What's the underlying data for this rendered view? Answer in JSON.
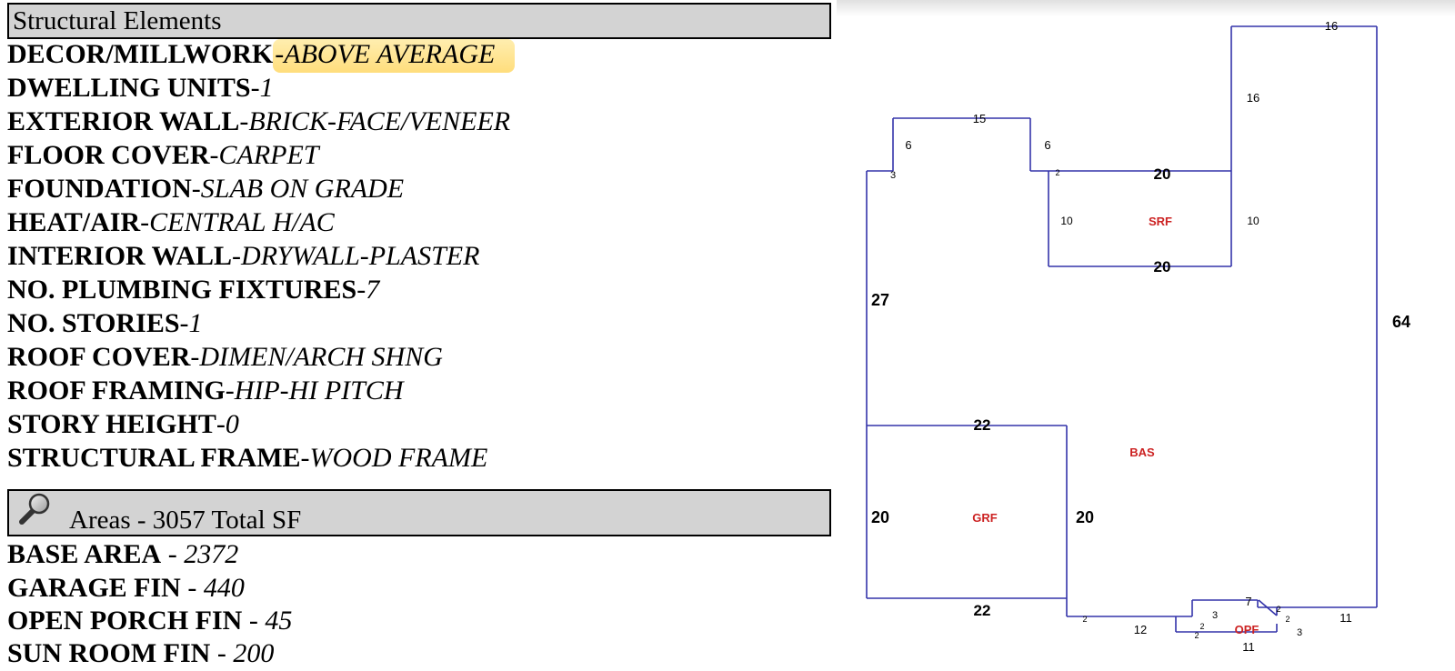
{
  "structural": {
    "title": "Structural Elements",
    "items": [
      {
        "key": "DECOR/MILLWORK",
        "sep": "-",
        "value": "ABOVE AVERAGE"
      },
      {
        "key": "DWELLING UNITS",
        "sep": "-",
        "value": "1"
      },
      {
        "key": "EXTERIOR WALL",
        "sep": "-",
        "value": "BRICK-FACE/VENEER"
      },
      {
        "key": "FLOOR COVER",
        "sep": "-",
        "value": "CARPET"
      },
      {
        "key": "FOUNDATION",
        "sep": "-",
        "value": "SLAB ON GRADE"
      },
      {
        "key": "HEAT/AIR",
        "sep": "-",
        "value": "CENTRAL H/AC"
      },
      {
        "key": "INTERIOR WALL",
        "sep": "-",
        "value": "DRYWALL-PLASTER"
      },
      {
        "key": "NO. PLUMBING FIXTURES",
        "sep": "-",
        "value": "7"
      },
      {
        "key": "NO. STORIES",
        "sep": "-",
        "value": "1"
      },
      {
        "key": "ROOF COVER",
        "sep": "-",
        "value": "DIMEN/ARCH SHNG"
      },
      {
        "key": "ROOF FRAMING",
        "sep": "-",
        "value": "HIP-HI PITCH"
      },
      {
        "key": "STORY HEIGHT",
        "sep": "-",
        "value": "0"
      },
      {
        "key": "STRUCTURAL FRAME",
        "sep": "-",
        "value": "WOOD FRAME"
      }
    ]
  },
  "areas": {
    "title": "Areas - 3057 Total SF",
    "icon": "magnifier-icon",
    "items": [
      {
        "key": "BASE AREA",
        "sep": " - ",
        "value": "2372"
      },
      {
        "key": "GARAGE FIN",
        "sep": " - ",
        "value": "440"
      },
      {
        "key": "OPEN PORCH FIN",
        "sep": " - ",
        "value": "45"
      },
      {
        "key": "SUN ROOM FIN",
        "sep": " - ",
        "value": "200"
      }
    ]
  },
  "sketch": {
    "line_color": "#3333aa",
    "label_color": "#cc2222",
    "labels": {
      "srf": "SRF",
      "bas": "BAS",
      "grf": "GRF",
      "opf": "OPF"
    },
    "dims": {
      "top16": "16",
      "right16": "16",
      "left15": "15",
      "d6a": "6",
      "d6b": "6",
      "d3": "3",
      "d2a": "2",
      "srfTop": "20",
      "srfBot": "20",
      "srfL": "10",
      "srfR": "10",
      "left27": "27",
      "right64": "64",
      "grfTop": "22",
      "grfBot": "22",
      "grfL": "20",
      "grfR": "20",
      "b2": "2",
      "b12": "12",
      "b2b": "2",
      "p3a": "3",
      "p2c": "2",
      "p7": "7",
      "p2d": "2",
      "p2e": "2",
      "p3b": "3",
      "p11a": "11",
      "p11b": "11"
    }
  }
}
